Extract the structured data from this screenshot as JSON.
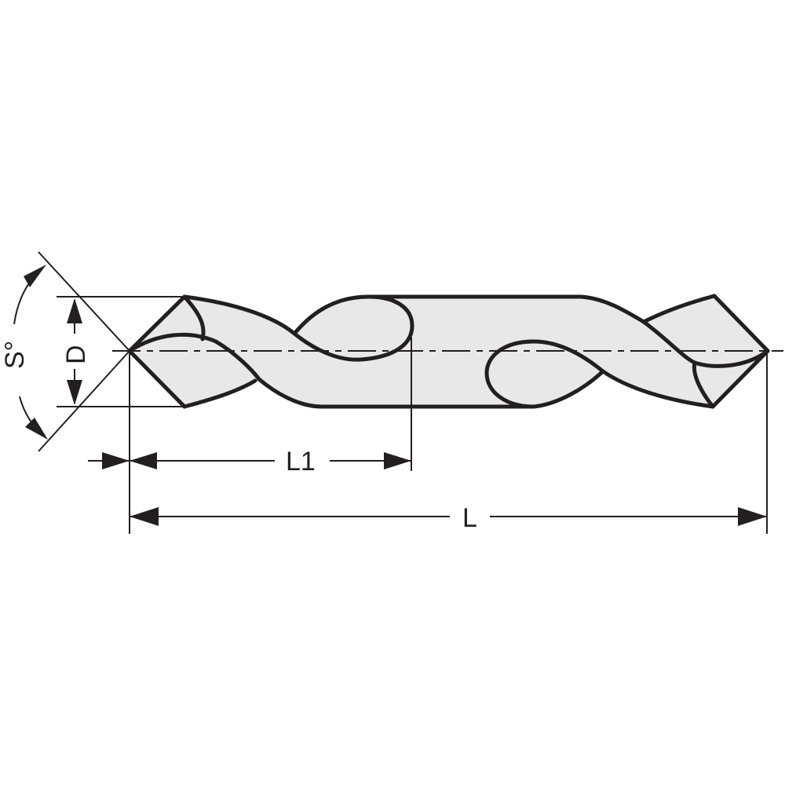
{
  "diagram": {
    "subject": "double-ended twist drill bit",
    "labels": {
      "point_angle": "S°",
      "diameter": "D",
      "flute_length": "L1",
      "overall_length": "L"
    },
    "colors": {
      "outline": "#231f20",
      "body_fill": "#e8e8e8",
      "background": "#ffffff"
    }
  }
}
